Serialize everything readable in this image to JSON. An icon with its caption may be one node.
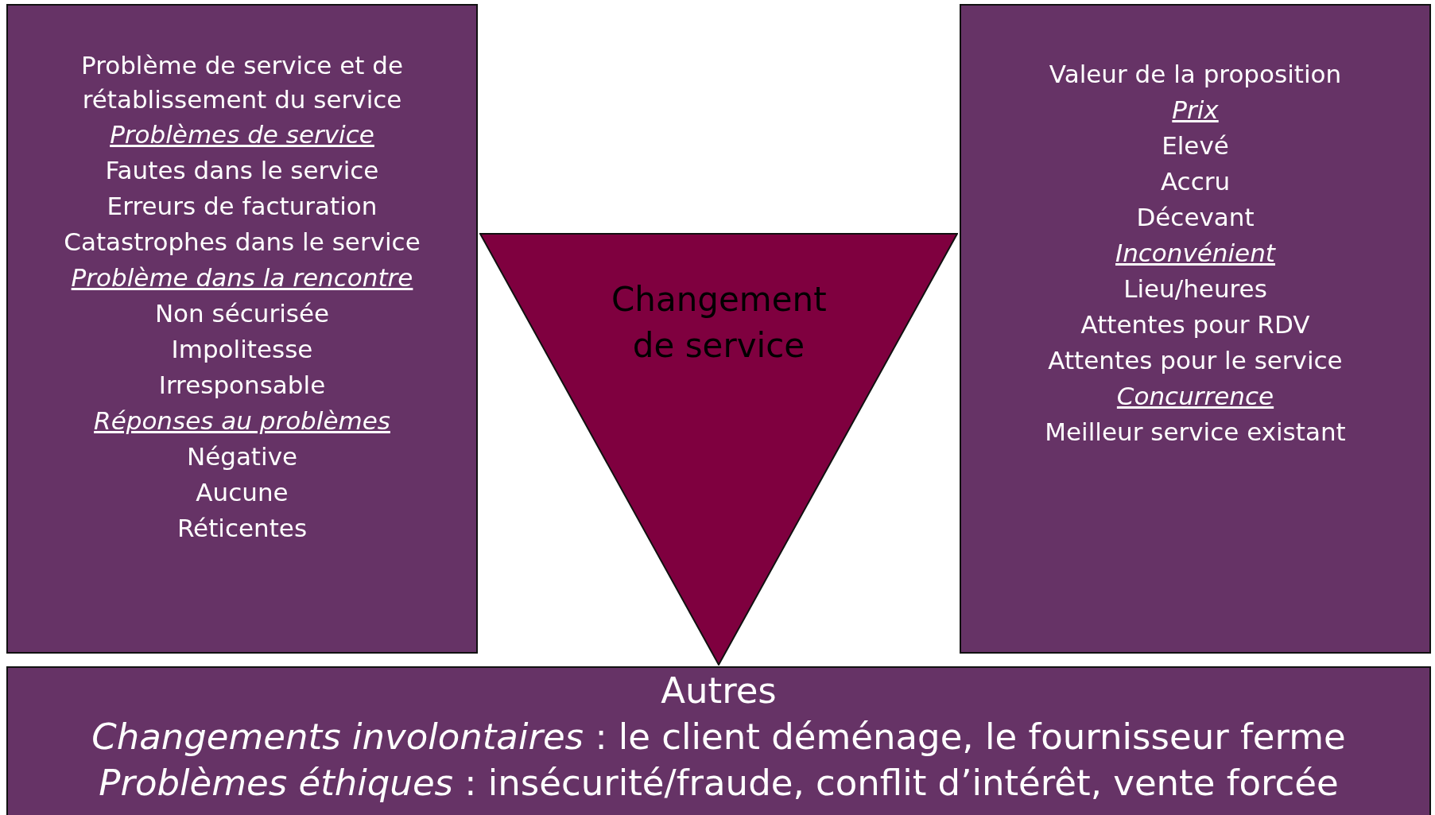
{
  "diagram": {
    "nodes": [
      {
        "text": [
          "Problème de service et de rétablissement du service",
          "Problèmes de service",
          "Fautes dans le service",
          "Erreurs de facturation",
          "Catastrophes dans le service",
          "Problème dans la rencontre",
          "Non sécurisée",
          "Impolitesse",
          "Irresponsable",
          "Réponses au problèmes",
          "Négative",
          "Aucune",
          "Réticentes"
        ]
      },
      {
        "text": [
          "Changement de service"
        ]
      },
      {
        "text": [
          "Valeur de la proposition",
          "Prix",
          "Elevé",
          "Accru",
          "Décevant",
          "Inconvénient",
          "Lieu/heures",
          "Attentes pour RDV",
          "Attentes pour le service",
          "Concurrence",
          "Meilleur service existant"
        ]
      },
      {
        "text": [
          "Autres",
          "*Changements involontaires* : le client déménage, le fournisseur ferme",
          "*Problèmes éthiques* : insécurité/fraude, conflit d’intérêt, vente forcée"
        ]
      }
    ]
  }
}
